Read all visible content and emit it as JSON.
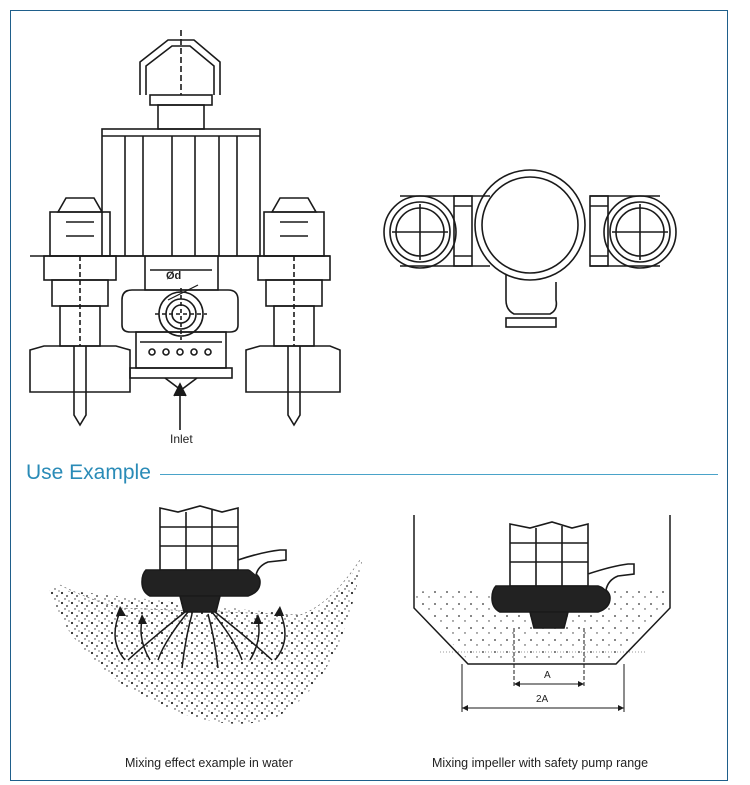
{
  "drawing": {
    "inlet_label": "Inlet",
    "diameter_label": "Ød"
  },
  "section": {
    "title": "Use Example"
  },
  "examples": {
    "left_caption": "Mixing effect example in water",
    "right_caption": "Mixing impeller with safety pump range",
    "dim_a": "A",
    "dim_2a": "2A"
  },
  "colors": {
    "accent": "#2a8bb7",
    "frame": "#1f5f8b",
    "ink": "#1a1a1a"
  }
}
